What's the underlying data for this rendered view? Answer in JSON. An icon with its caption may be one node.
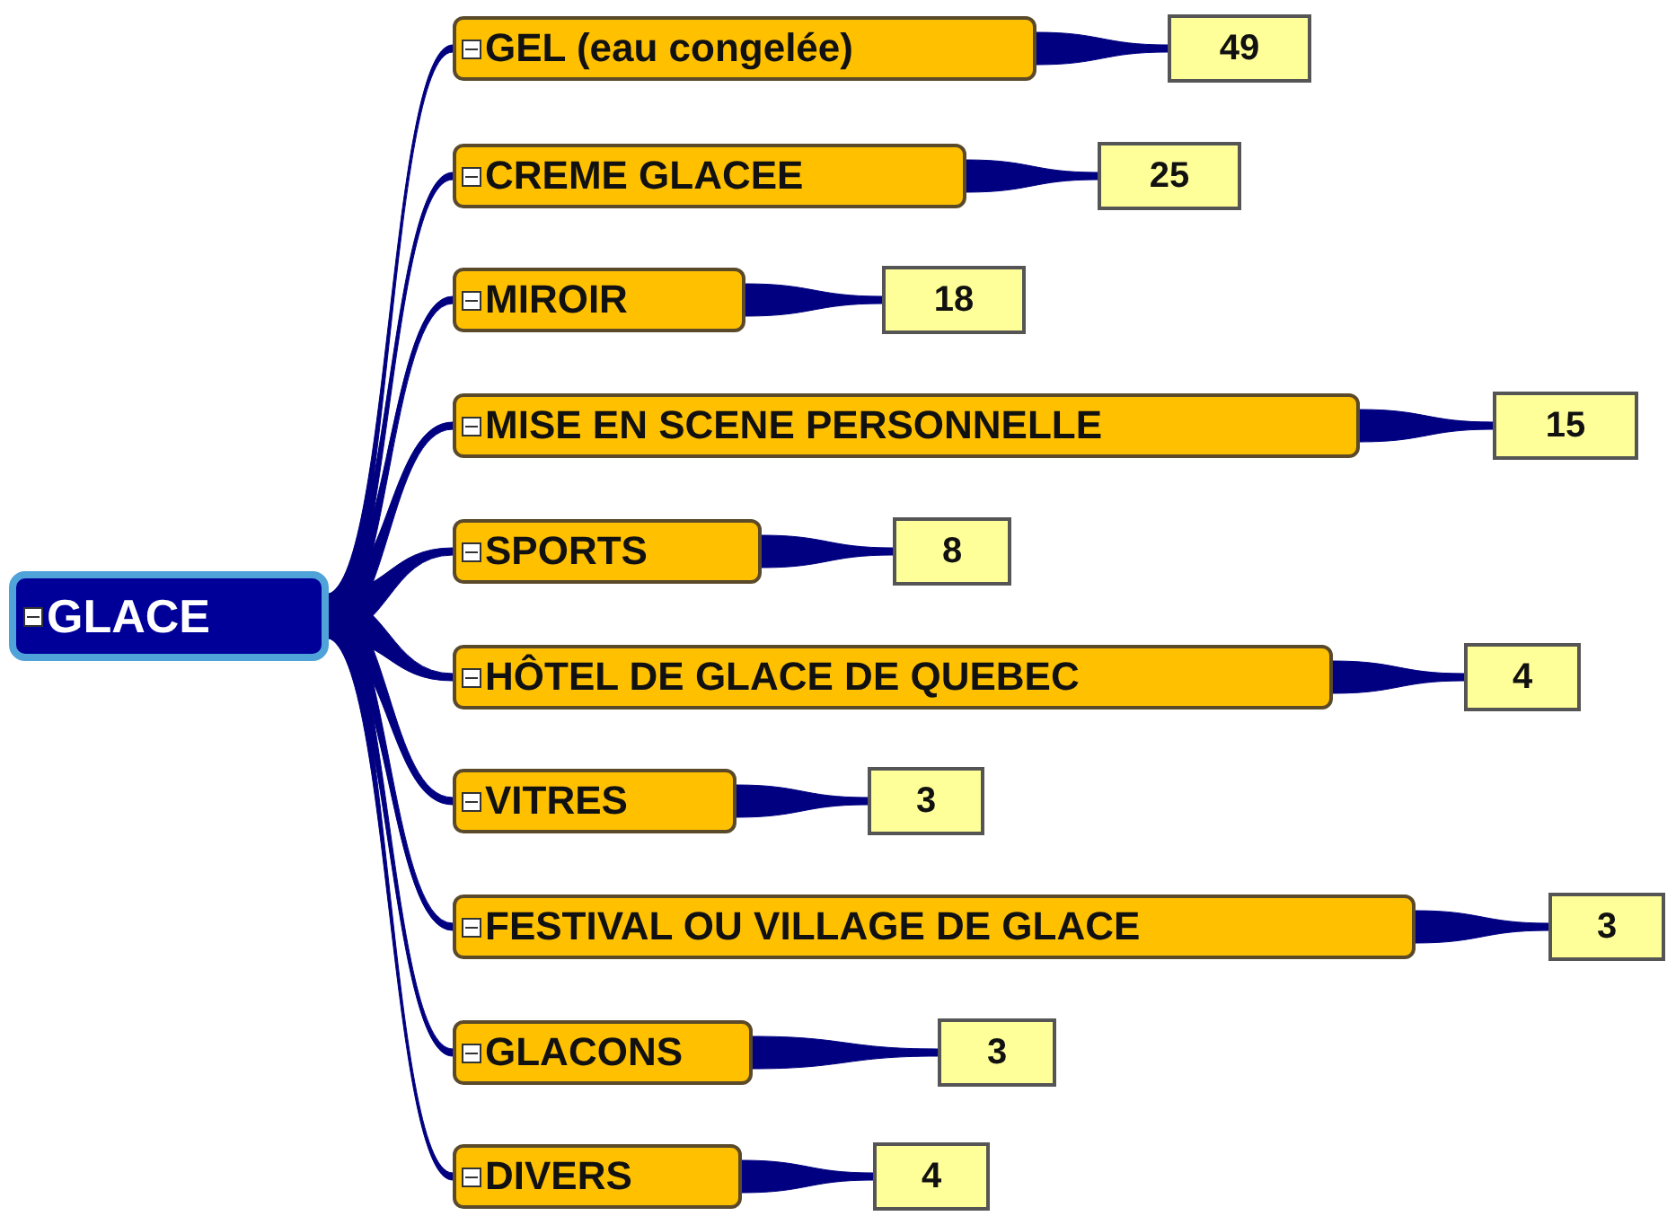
{
  "diagram": {
    "nodes": [
      {
        "text": [
          "GLACE"
        ]
      },
      {
        "text": [
          "GEL (eau congelée)"
        ]
      },
      {
        "text": [
          "49"
        ]
      },
      {
        "text": [
          "CREME GLACEE"
        ]
      },
      {
        "text": [
          "25"
        ]
      },
      {
        "text": [
          "MIROIR"
        ]
      },
      {
        "text": [
          "18"
        ]
      },
      {
        "text": [
          "MISE EN SCENE PERSONNELLE"
        ]
      },
      {
        "text": [
          "15"
        ]
      },
      {
        "text": [
          "SPORTS"
        ]
      },
      {
        "text": [
          "8"
        ]
      },
      {
        "text": [
          "HÔTEL DE GLACE DE QUEBEC"
        ]
      },
      {
        "text": [
          "4"
        ]
      },
      {
        "text": [
          "VITRES"
        ]
      },
      {
        "text": [
          "3"
        ]
      },
      {
        "text": [
          "FESTIVAL OU VILLAGE DE GLACE"
        ]
      },
      {
        "text": [
          "3"
        ]
      },
      {
        "text": [
          "GLACONS"
        ]
      },
      {
        "text": [
          "3"
        ]
      },
      {
        "text": [
          "DIVERS"
        ]
      },
      {
        "text": [
          "4"
        ]
      }
    ],
    "edges": [
      {
        "from": 0,
        "to": 1,
        "arrow": "none"
      },
      {
        "from": 1,
        "to": 2,
        "arrow": "none"
      },
      {
        "from": 0,
        "to": 3,
        "arrow": "none"
      },
      {
        "from": 3,
        "to": 4,
        "arrow": "none"
      },
      {
        "from": 0,
        "to": 5,
        "arrow": "none"
      },
      {
        "from": 5,
        "to": 6,
        "arrow": "none"
      },
      {
        "from": 0,
        "to": 7,
        "arrow": "none"
      },
      {
        "from": 7,
        "to": 8,
        "arrow": "none"
      },
      {
        "from": 0,
        "to": 9,
        "arrow": "none"
      },
      {
        "from": 9,
        "to": 10,
        "arrow": "none"
      },
      {
        "from": 0,
        "to": 11,
        "arrow": "none"
      },
      {
        "from": 11,
        "to": 12,
        "arrow": "none"
      },
      {
        "from": 0,
        "to": 13,
        "arrow": "none"
      },
      {
        "from": 13,
        "to": 14,
        "arrow": "none"
      },
      {
        "from": 0,
        "to": 15,
        "arrow": "none"
      },
      {
        "from": 15,
        "to": 16,
        "arrow": "none"
      },
      {
        "from": 0,
        "to": 17,
        "arrow": "none"
      },
      {
        "from": 17,
        "to": 18,
        "arrow": "none"
      },
      {
        "from": 0,
        "to": 19,
        "arrow": "none"
      },
      {
        "from": 19,
        "to": 20,
        "arrow": "none"
      }
    ]
  }
}
